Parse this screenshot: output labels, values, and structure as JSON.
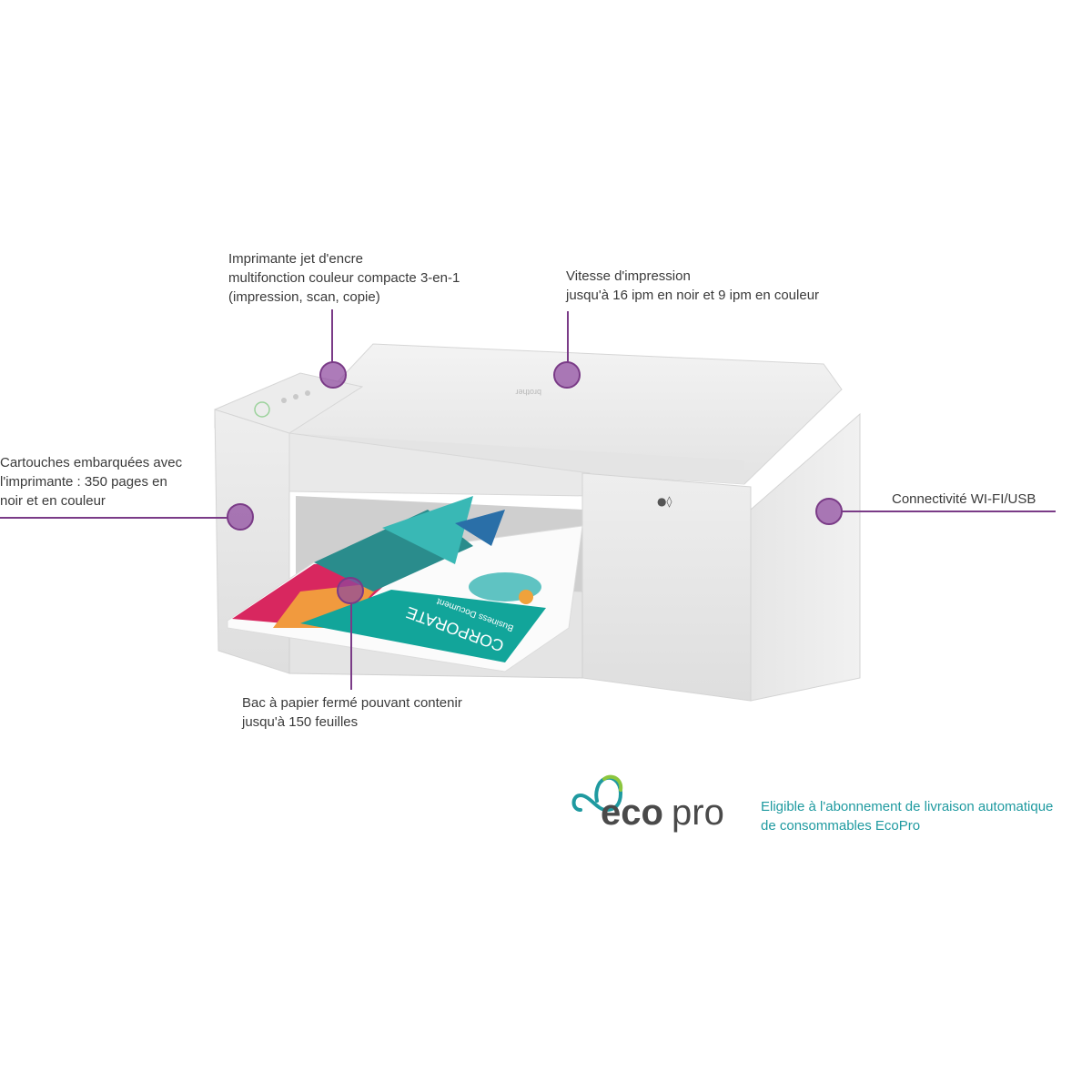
{
  "callouts": {
    "multifunction": {
      "line1": "Imprimante jet d'encre",
      "line2": "multifonction couleur compacte 3-en-1",
      "line3": "(impression, scan, copie)"
    },
    "speed": {
      "line1": "Vitesse d'impression",
      "line2": "jusqu'à 16 ipm en noir et 9 ipm en couleur"
    },
    "cartridges": {
      "line1": "Cartouches embarquées avec",
      "line2": "l'imprimante : 350 pages en",
      "line3": "noir et en couleur"
    },
    "connectivity": {
      "line1": "Connectivité WI-FI/USB"
    },
    "paper_tray": {
      "line1": "Bac à papier fermé pouvant contenir",
      "line2": "jusqu'à 150 feuilles"
    }
  },
  "printout": {
    "title": "CORPORATE",
    "subtitle": "Business Document"
  },
  "printer_brand": "brother",
  "ecopro": {
    "logo_word_bold": "eco",
    "logo_word_light": "pro",
    "line1": "Eligible à l'abonnement de livraison automatique",
    "line2": "de consommables EcoPro"
  },
  "colors": {
    "callout_accent": "#7a3b87",
    "eco_teal": "#1f9aa0",
    "eco_green": "#8cc63f",
    "eco_gray": "#4a4a4a"
  }
}
